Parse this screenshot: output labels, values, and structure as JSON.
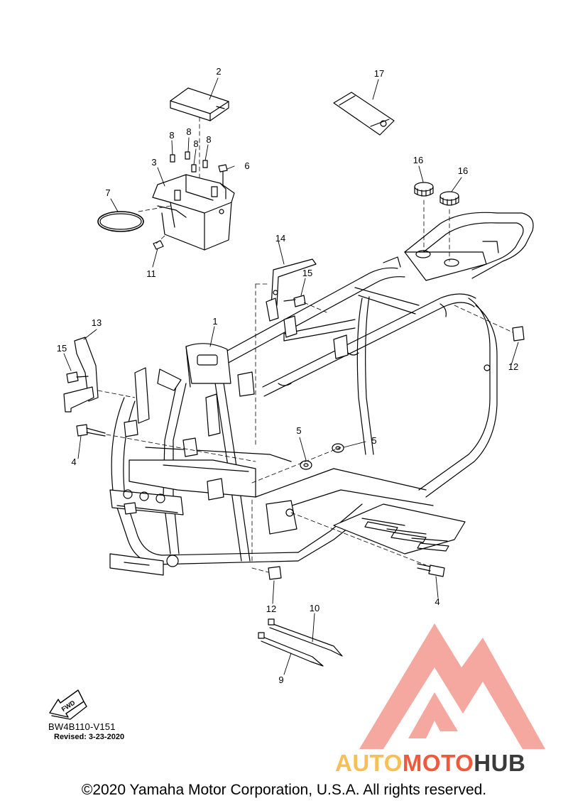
{
  "callouts": {
    "c1": "1",
    "c2": "2",
    "c3": "3",
    "c4a": "4",
    "c4b": "4",
    "c5a": "5",
    "c5b": "5",
    "c6": "6",
    "c7": "7",
    "c8a": "8",
    "c8b": "8",
    "c8c": "8",
    "c8d": "8",
    "c9": "9",
    "c10": "10",
    "c11": "11",
    "c12a": "12",
    "c12b": "12",
    "c13": "13",
    "c14": "14",
    "c15a": "15",
    "c15b": "15",
    "c16a": "16",
    "c16b": "16",
    "c17": "17"
  },
  "fwd_label": "FWD",
  "part_code": "BW4B110-V151",
  "revised": "Revised: 3-23-2020",
  "watermark": {
    "auto": "AUTO",
    "moto": "MOTO",
    "hub": "HUB",
    "colors": {
      "auto": "#f7bf57",
      "moto": "#f05a3c",
      "hub": "#3a3a3a",
      "logo": "#f28b7f"
    }
  },
  "copyright": "©2020 Yamaha Motor Corporation, U.S.A. All rights reserved."
}
